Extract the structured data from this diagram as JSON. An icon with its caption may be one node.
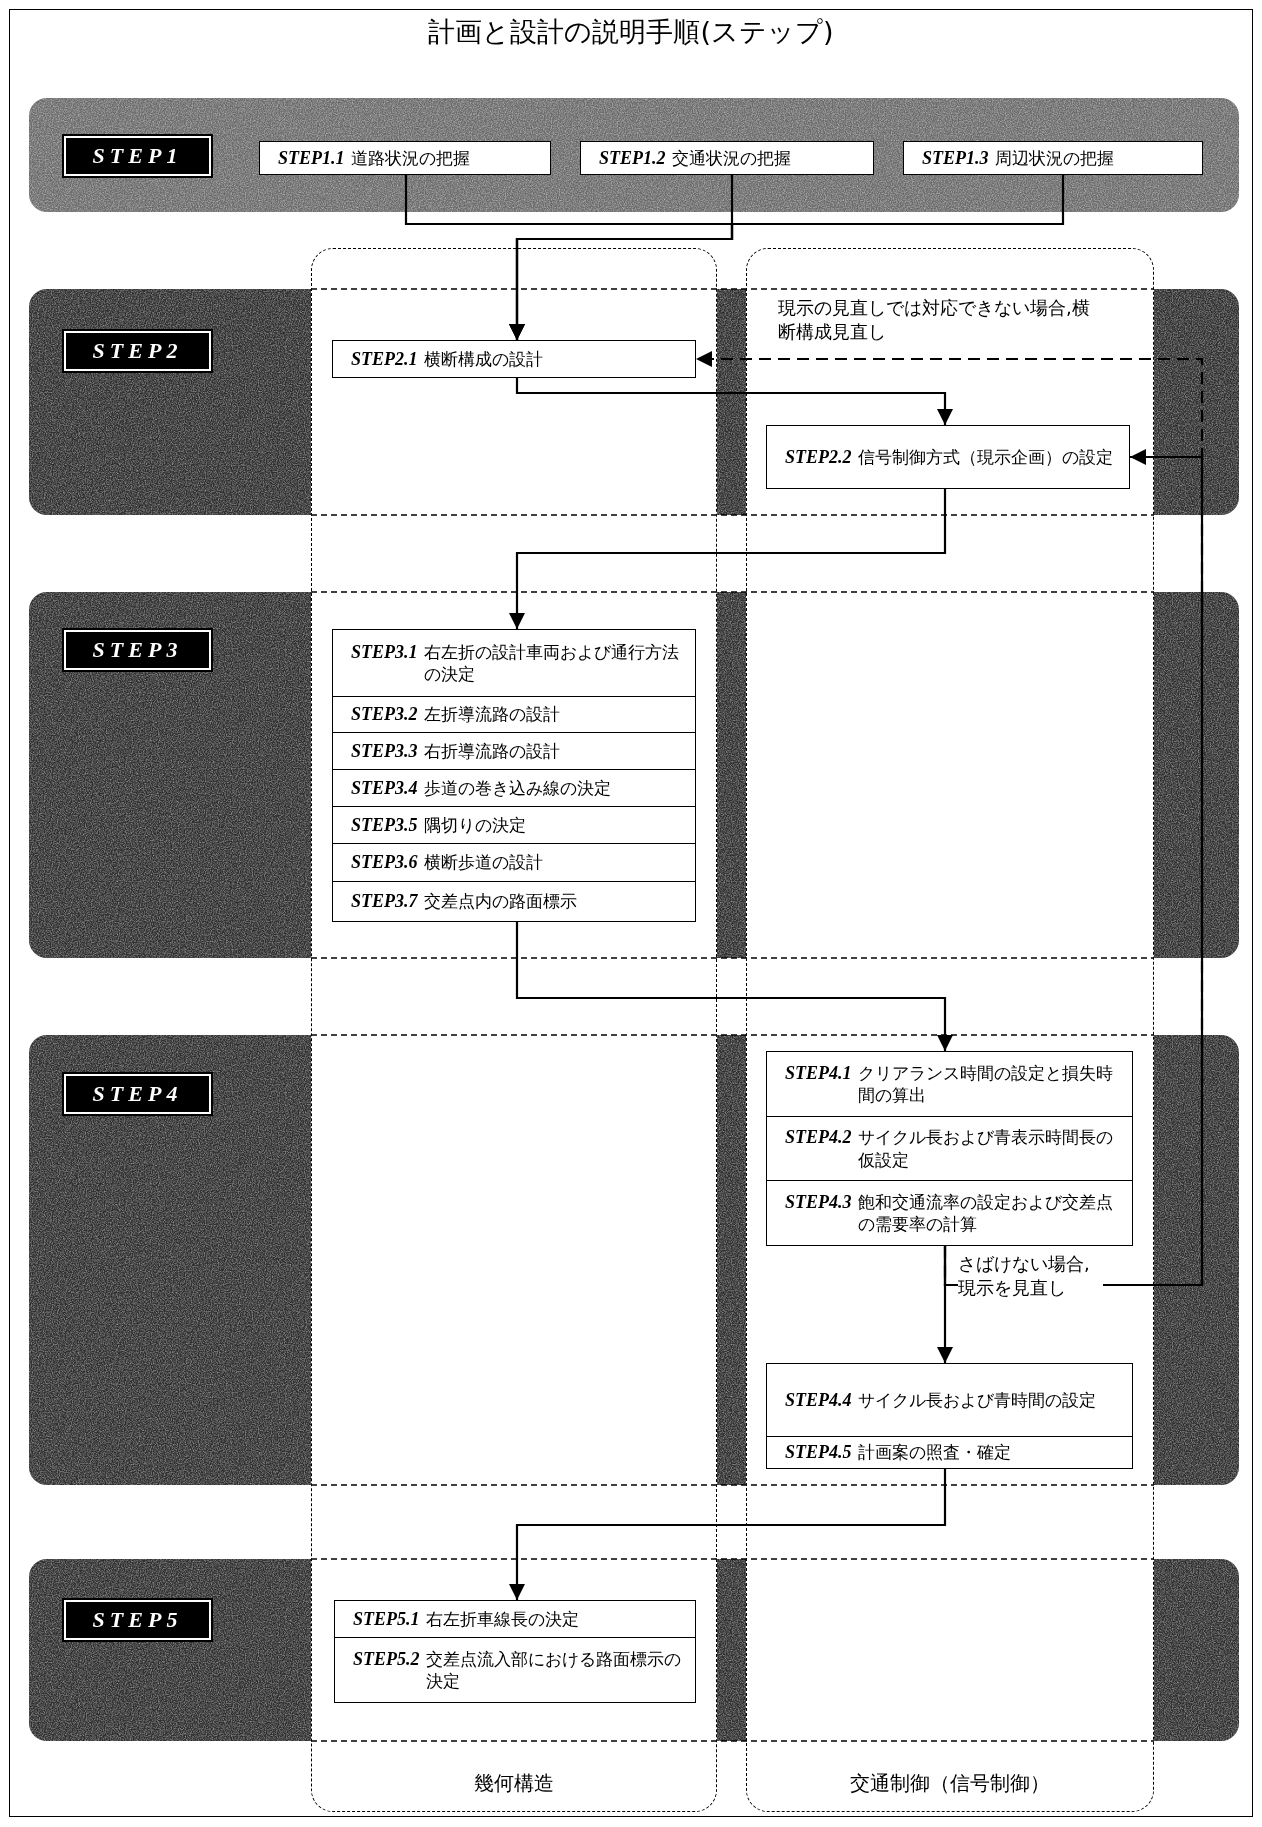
{
  "diagram": {
    "title": "計画と設計の説明手順(ステップ)",
    "nodes": [
      {
        "text": [
          "STEP1"
        ]
      },
      {
        "text": [
          "STEP1.1",
          "道路状況の把握"
        ],
        "in": 0
      },
      {
        "text": [
          "STEP1.2",
          "交通状況の把握"
        ],
        "in": 0
      },
      {
        "text": [
          "STEP1.3",
          "周辺状況の把握"
        ],
        "in": 0
      },
      {
        "text": [
          "STEP2"
        ]
      },
      {
        "text": [
          "STEP2.1",
          "横断構成の設計"
        ],
        "in": 4
      },
      {
        "text": [
          "STEP2.2",
          "信号制御方式（現示企画）の設定"
        ],
        "in": 4
      },
      {
        "text": [
          "STEP3"
        ]
      },
      {
        "text": [
          "STEP3.1",
          "右左折の設計車両および通行方法の決定"
        ],
        "in": 7
      },
      {
        "text": [
          "STEP3.2",
          "左折導流路の設計"
        ],
        "in": 7
      },
      {
        "text": [
          "STEP3.3",
          "右折導流路の設計"
        ],
        "in": 7
      },
      {
        "text": [
          "STEP3.4",
          "歩道の巻き込み線の決定"
        ],
        "in": 7
      },
      {
        "text": [
          "STEP3.5",
          "隅切りの決定"
        ],
        "in": 7
      },
      {
        "text": [
          "STEP3.6",
          "横断歩道の設計"
        ],
        "in": 7
      },
      {
        "text": [
          "STEP3.7",
          "交差点内の路面標示"
        ],
        "in": 7
      },
      {
        "text": [
          "STEP4"
        ]
      },
      {
        "text": [
          "STEP4.1",
          "クリアランス時間の設定と損失時間の算出"
        ],
        "in": 15
      },
      {
        "text": [
          "STEP4.2",
          "サイクル長および青表示時間長の仮設定"
        ],
        "in": 15
      },
      {
        "text": [
          "STEP4.3",
          "飽和交通流率の設定および交差点の需要率の計算"
        ],
        "in": 15
      },
      {
        "text": [
          "STEP4.4",
          "サイクル長および青時間の設定"
        ],
        "in": 15
      },
      {
        "text": [
          "STEP4.5",
          "計画案の照査・確定"
        ],
        "in": 15
      },
      {
        "text": [
          "STEP5"
        ]
      },
      {
        "text": [
          "STEP5.1",
          "右左折車線長の決定"
        ],
        "in": 21
      },
      {
        "text": [
          "STEP5.2",
          "交差点流入部における路面標示の決定"
        ],
        "in": 21
      }
    ],
    "edges": [
      {
        "from": 1,
        "to": 5,
        "arrow": "to"
      },
      {
        "from": 2,
        "to": 5,
        "arrow": "to"
      },
      {
        "from": 3,
        "to": 5,
        "arrow": "to"
      },
      {
        "from": 5,
        "to": 6,
        "arrow": "to"
      },
      {
        "from": 6,
        "to": 8,
        "arrow": "to"
      },
      {
        "from": 14,
        "to": 16,
        "arrow": "to"
      },
      {
        "from": 18,
        "to": 19,
        "arrow": "to"
      },
      {
        "from": 18,
        "to": 6,
        "arrow": "to",
        "label": "さばけない場合,現示を見直し"
      },
      {
        "from": 18,
        "to": 5,
        "arrow": "to",
        "style": "dashed",
        "label": "現示の見直しでは対応できない場合,横断構成見直し"
      },
      {
        "from": 20,
        "to": 22,
        "arrow": "to"
      }
    ],
    "labels": [
      "幾何構造",
      "交通制御（信号制御）"
    ]
  }
}
